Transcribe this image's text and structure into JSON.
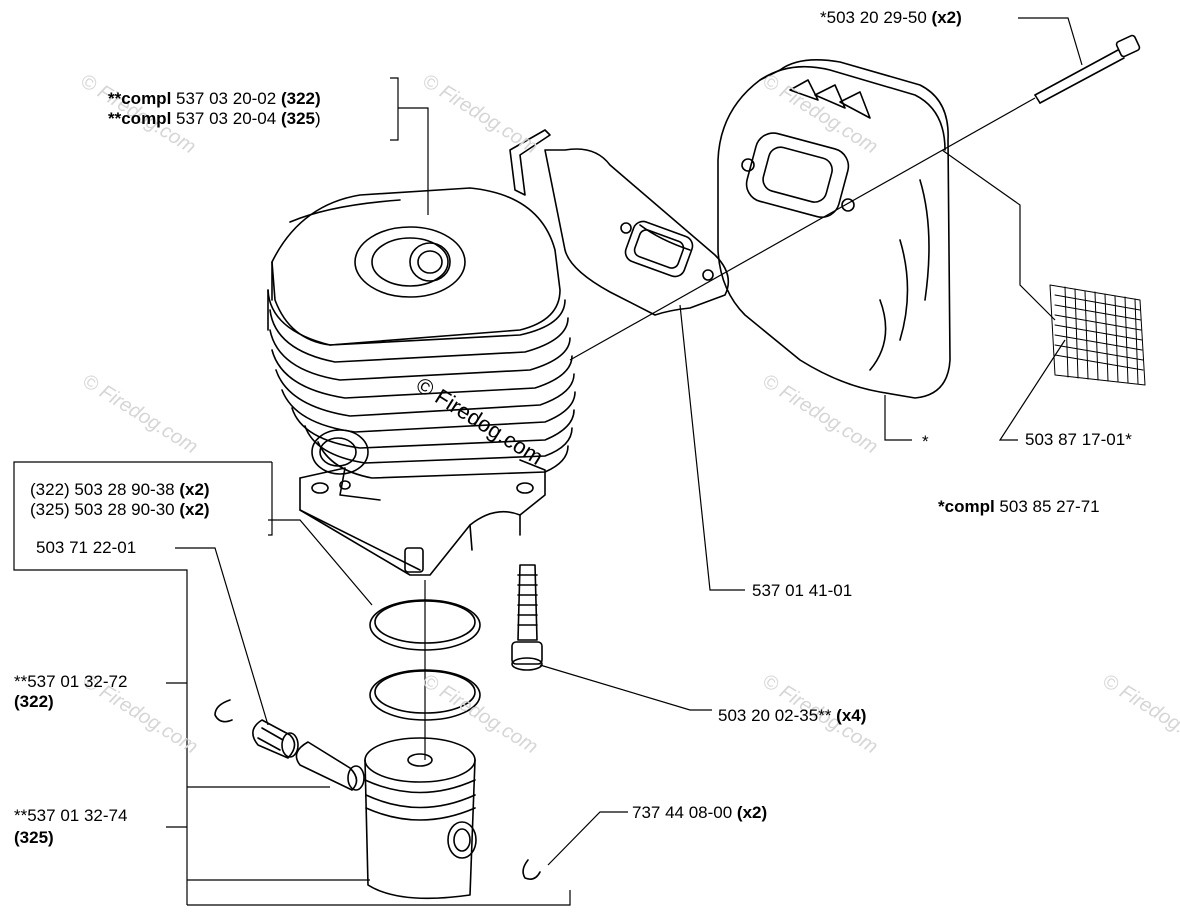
{
  "watermark": "© Firedog.com",
  "labels": {
    "cyl_a_prefix": "**compl",
    "cyl_a_num": " 537 03 20-02 ",
    "cyl_a_model": "(322)",
    "cyl_b_prefix": "**compl",
    "cyl_b_num": " 537 03 20-04 ",
    "cyl_b_model": "(325",
    "cyl_b_close": ")",
    "bolt_top_num": "*503 20 29-50 ",
    "bolt_top_qty": "(x2)",
    "gasket_a_num": "(322) 503 28 90-38 ",
    "gasket_a_qty": "(x2)",
    "gasket_b_num": "(325) 503 28 90-30 ",
    "gasket_b_qty": "(x2)",
    "bearing_num": "503 71 22-01",
    "piston_a_num": "**537 01 32-72",
    "piston_a_model": "(322)",
    "piston_b_num": "**537 01 32-74",
    "piston_b_model": "(325)",
    "screw_num": "503 20 02-35** ",
    "screw_qty": "(x4)",
    "circlip_num": "737 44 08-00 ",
    "circlip_qty": "(x2)",
    "plate_num": "537 01 41-01",
    "screen_num": "503 87 17-01*",
    "asterisk": "*",
    "muffler_prefix": "*compl",
    "muffler_num": " 503 85 27-71"
  },
  "colors": {
    "line": "#000000",
    "watermark": "#d6d6d6"
  }
}
